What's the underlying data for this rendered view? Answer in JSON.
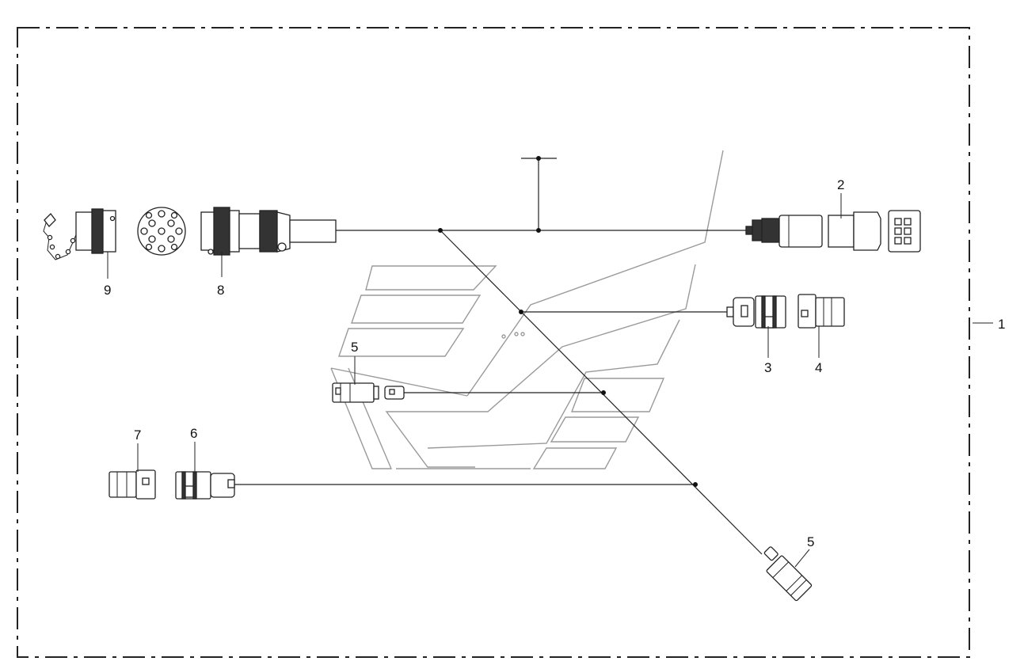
{
  "diagram": {
    "type": "wiring-harness-exploded-view",
    "callouts": [
      {
        "id": "c1",
        "label": "1"
      },
      {
        "id": "c2",
        "label": "2"
      },
      {
        "id": "c3",
        "label": "3"
      },
      {
        "id": "c4",
        "label": "4"
      },
      {
        "id": "c5a",
        "label": "5"
      },
      {
        "id": "c5b",
        "label": "5"
      },
      {
        "id": "c6",
        "label": "6"
      },
      {
        "id": "c7",
        "label": "7"
      },
      {
        "id": "c8",
        "label": "8"
      },
      {
        "id": "c9",
        "label": "9"
      }
    ],
    "colors": {
      "line": "#222222",
      "watermark": "#9a9a9a",
      "background": "#ffffff"
    }
  }
}
